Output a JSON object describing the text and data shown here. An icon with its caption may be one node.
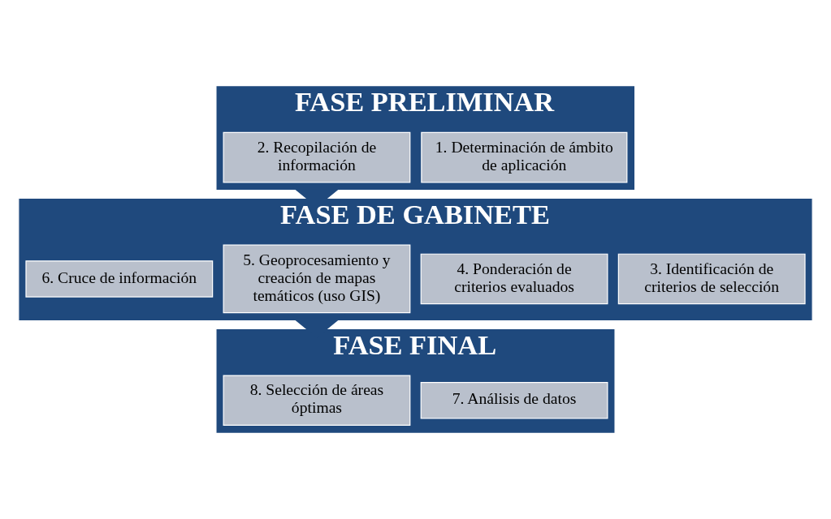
{
  "diagram": {
    "nodes": [
      {
        "text": [
          "FASE PRELIMINAR"
        ]
      },
      {
        "text": [
          "1. Determinación de ámbito de aplicación"
        ],
        "in": 0
      },
      {
        "text": [
          "2. Recopilación de información"
        ],
        "in": 0
      },
      {
        "text": [
          "FASE DE GABINETE"
        ]
      },
      {
        "text": [
          "3. Identificación de criterios de selección"
        ],
        "in": 3
      },
      {
        "text": [
          "4. Ponderación de criterios evaluados"
        ],
        "in": 3
      },
      {
        "text": [
          "5. Geoprocesamiento y creación de mapas temáticos (uso GIS)"
        ],
        "in": 3
      },
      {
        "text": [
          "6. Cruce de información"
        ],
        "in": 3
      },
      {
        "text": [
          "FASE FINAL"
        ]
      },
      {
        "text": [
          "7. Análisis de datos"
        ],
        "in": 8
      },
      {
        "text": [
          "8. Selección de áreas óptimas"
        ],
        "in": 8
      }
    ],
    "edges": [
      {
        "from": 0,
        "to": 3,
        "arrow": "to",
        "style": "thick"
      },
      {
        "from": 3,
        "to": 8,
        "arrow": "to",
        "style": "thick"
      }
    ]
  }
}
